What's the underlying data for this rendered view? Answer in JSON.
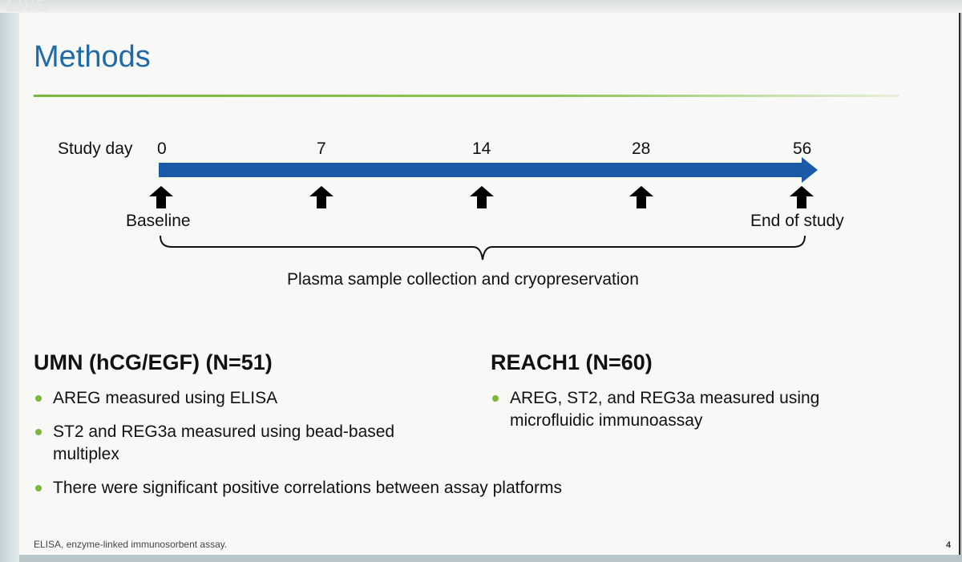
{
  "watermark": "LIVE",
  "slide": {
    "title": "Methods",
    "timeline": {
      "axis_label": "Study day",
      "days": [
        "0",
        "7",
        "14",
        "28",
        "56"
      ],
      "start_label": "Baseline",
      "end_label": "End of study",
      "bracket_label": "Plasma sample collection and cryopreservation",
      "colors": {
        "arrow": "#1b5aa7",
        "markers": "#000000"
      }
    },
    "umn": {
      "heading": "UMN (hCG/EGF) (N=51)",
      "bullets": [
        "AREG measured using ELISA",
        "ST2 and REG3a measured using bead-based multiplex",
        "There were significant positive correlations between assay platforms"
      ]
    },
    "reach1": {
      "heading": "REACH1 (N=60)",
      "bullets": [
        "AREG, ST2, and REG3a measured using microfluidic immunoassay"
      ]
    },
    "footnote": "ELISA, enzyme-linked immunosorbent assay.",
    "page_number": "4",
    "colors": {
      "title": "#1f6aa8",
      "accent": "#7ab83a"
    }
  }
}
